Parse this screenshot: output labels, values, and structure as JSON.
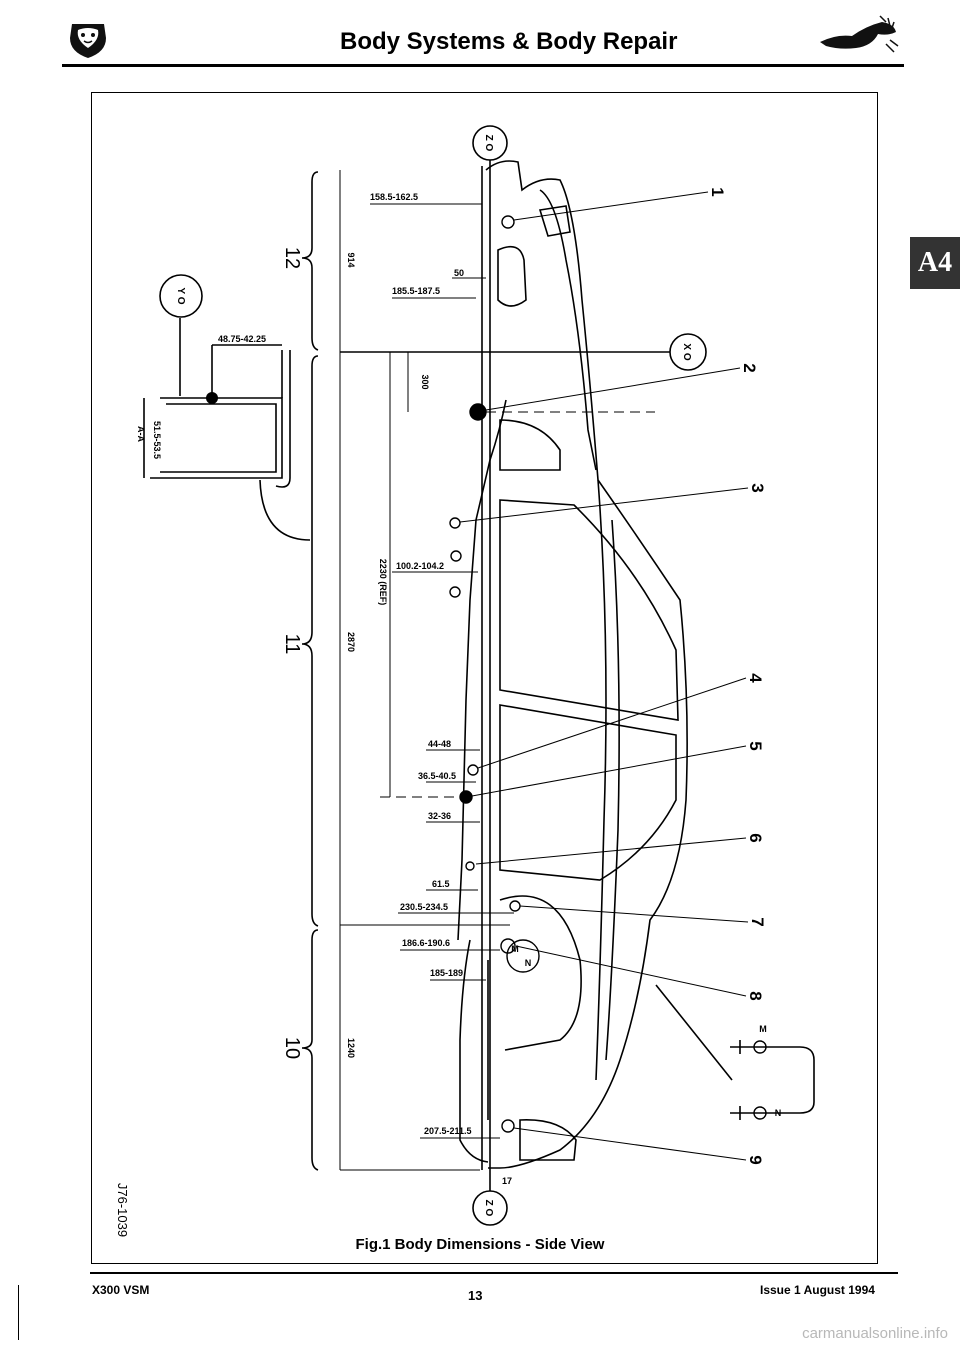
{
  "header": {
    "title": "Body Systems & Body Repair"
  },
  "section_tab": "A4",
  "figure": {
    "caption": "Fig.1  Body Dimensions - Side View",
    "ref_code": "J76-1039",
    "datum_labels": {
      "top_z": "Z O",
      "bottom_z": "Z O",
      "x_datum": "X O",
      "y_datum": "Y O"
    },
    "section_label": "A-A",
    "section_dims": {
      "width": "48.75-42.25",
      "height": "51.5-53.5"
    },
    "zone_numbers": [
      "12",
      "11",
      "10"
    ],
    "length_dims": {
      "front": "914",
      "middle": "2870",
      "rear": "1240",
      "ref": "2230 (REF)",
      "upper": "300"
    },
    "point_dims": [
      "158.5-162.5",
      "50",
      "185.5-187.5",
      "100.2-104.2",
      "44-48",
      "36.5-40.5",
      "32-36",
      "61.5",
      "230.5-234.5",
      "186.6-190.6",
      "185-189",
      "207.5-211.5",
      "17"
    ],
    "callouts": [
      "1",
      "2",
      "3",
      "4",
      "5",
      "6",
      "7",
      "8",
      "9"
    ],
    "detail_labels": {
      "upper": "M",
      "lower": "N",
      "wheel_m": "M",
      "wheel_n": "N"
    }
  },
  "footer": {
    "left": "X300 VSM",
    "page": "13",
    "right": "Issue 1 August 1994"
  },
  "watermark": "carmanualsonline.info"
}
